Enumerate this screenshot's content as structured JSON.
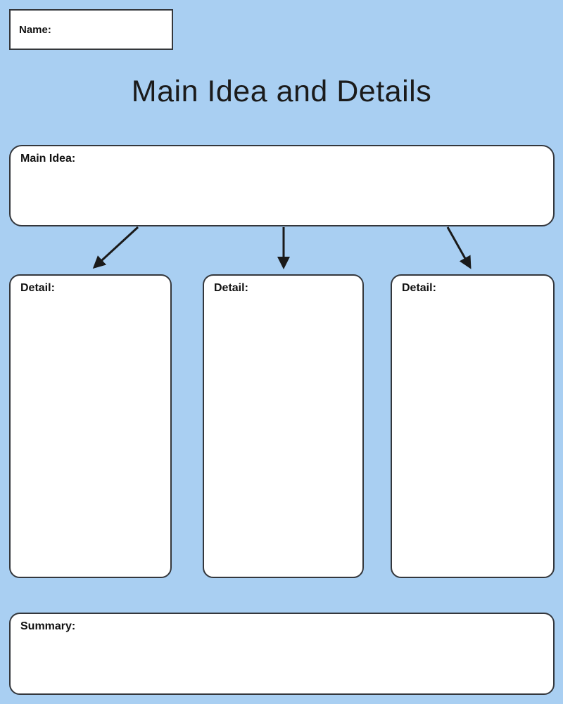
{
  "page": {
    "title": "Main Idea and Details"
  },
  "name_box": {
    "label": "Name:",
    "value": ""
  },
  "main_idea_box": {
    "label": "Main Idea:",
    "value": ""
  },
  "detail_boxes": [
    {
      "label": "Detail:",
      "value": ""
    },
    {
      "label": "Detail:",
      "value": ""
    },
    {
      "label": "Detail:",
      "value": ""
    }
  ],
  "summary_box": {
    "label": "Summary:",
    "value": ""
  },
  "colors": {
    "background": "#a9cff2",
    "box_fill": "#ffffff",
    "box_border": "#34373c",
    "arrow": "#1a1a1a",
    "text": "#111111"
  }
}
